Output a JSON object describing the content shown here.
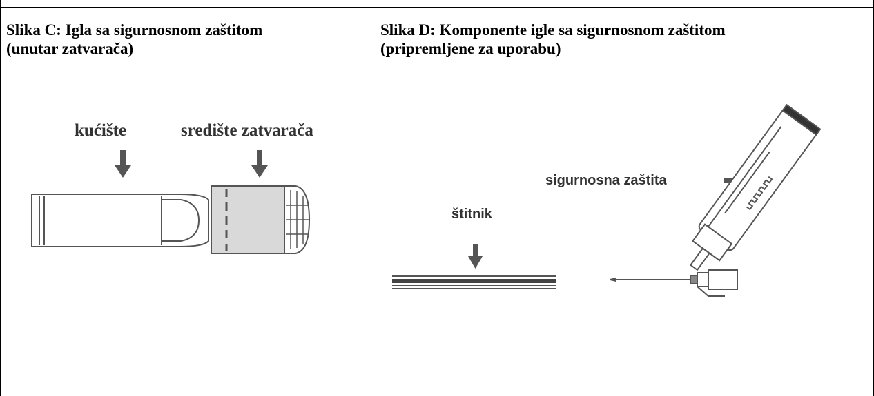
{
  "figure_c": {
    "title_line1": "Slika C: Igla sa sigurnosnom zaštitom",
    "title_line2": "(unutar zatvarača)",
    "label_housing": "kućište",
    "label_cap_center": "središte zatvarača"
  },
  "figure_d": {
    "title_line1": "Slika D: Komponente igle sa sigurnosnom zaštitom",
    "title_line2": "(pripremljene za uporabu)",
    "label_shield": "štitnik",
    "label_safety_guard": "sigurnosna zaštita"
  },
  "colors": {
    "border": "#000000",
    "drawing": "#555555",
    "cap_fill": "#d9d9d9",
    "arrow": "#555555"
  },
  "icons": [
    "arrow-down-icon",
    "arrow-right-icon"
  ]
}
